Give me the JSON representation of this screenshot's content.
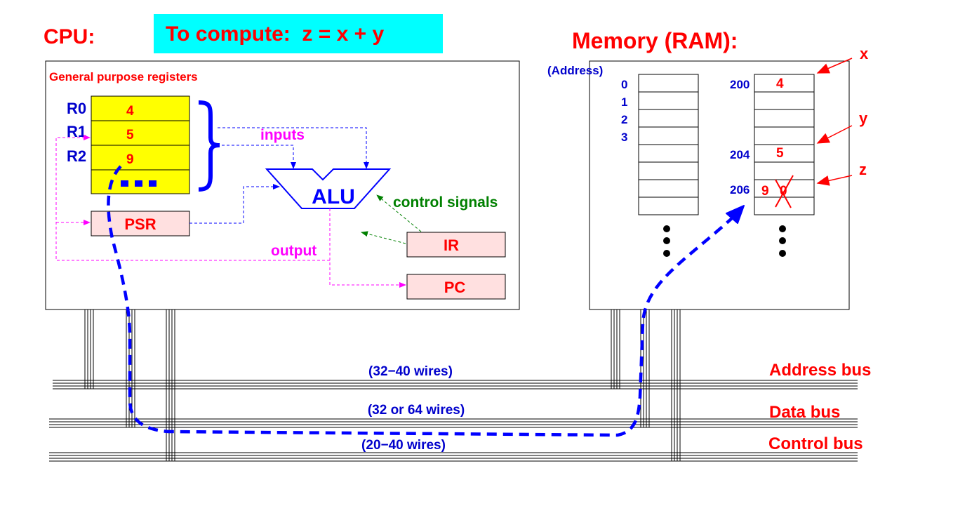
{
  "cpu": {
    "title": "CPU:",
    "gpr_label": "General purpose registers",
    "registers": [
      {
        "name": "R0",
        "value": "4"
      },
      {
        "name": "R1",
        "value": "5"
      },
      {
        "name": "R2",
        "value": "9"
      }
    ],
    "ellipsis": "...",
    "psr": "PSR",
    "alu": "ALU",
    "ir": "IR",
    "pc": "PC",
    "inputs_label": "inputs",
    "output_label": "output",
    "control_label": "control signals"
  },
  "banner": {
    "text": "To compute:  z = x + y"
  },
  "memory": {
    "title": "Memory (RAM):",
    "address_header": "(Address)",
    "left_addresses": [
      "0",
      "1",
      "2",
      "3"
    ],
    "right_addresses": {
      "a200": "200",
      "a204": "204",
      "a206": "206"
    },
    "cells": {
      "c200": "4",
      "c204": "5",
      "c206_new": "9",
      "c206_old": "0"
    },
    "vars": {
      "x": "x",
      "y": "y",
      "z": "z"
    }
  },
  "buses": {
    "address": {
      "name": "Address bus",
      "width": "(32−40 wires)"
    },
    "data": {
      "name": "Data bus",
      "width": "(32 or 64 wires)"
    },
    "control": {
      "name": "Control bus",
      "width": "(20−40 wires)"
    }
  },
  "colors": {
    "red": "#ff0000",
    "blue": "#0000ff",
    "dark_blue": "#0000cc",
    "magenta": "#ff00ff",
    "green": "#008000",
    "yellow": "#ffff00",
    "pink": "#ffe0e0",
    "cyan": "#00ffff"
  }
}
